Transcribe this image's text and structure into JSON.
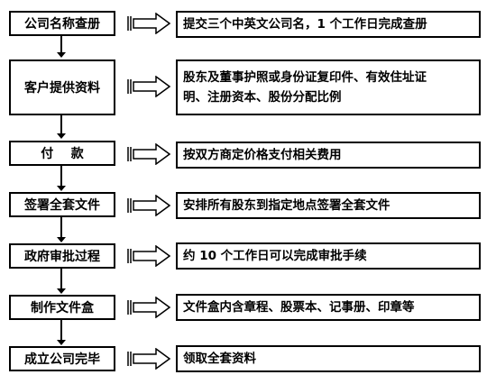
{
  "steps": [
    {
      "label": "公司名称查册",
      "desc": "提交三个中英文公司名，1 个工作日完成查册"
    },
    {
      "label": "客户提供资料",
      "desc": "股东及董事护照或身份证复印件、有效住址证明、注册资本、股份分配比例"
    },
    {
      "label": "付    款",
      "desc": "按双方商定价格支付相关费用"
    },
    {
      "label": "签署全套文件",
      "desc": "安排所有股东到指定地点签署全套文件"
    },
    {
      "label": "政府审批过程",
      "desc": "约 10 个工作日可以完成审批手续"
    },
    {
      "label": "制作文件盒",
      "desc": "文件盒内含章程、股票本、记事册、印章等"
    },
    {
      "label": "成立公司完毕",
      "desc": "领取全套资料"
    }
  ],
  "desc_lines": {
    "step2_line1": "股东及董事护照或身份证复印件、有效住址证",
    "step2_line2": "明、注册资本、股份分配比例"
  }
}
